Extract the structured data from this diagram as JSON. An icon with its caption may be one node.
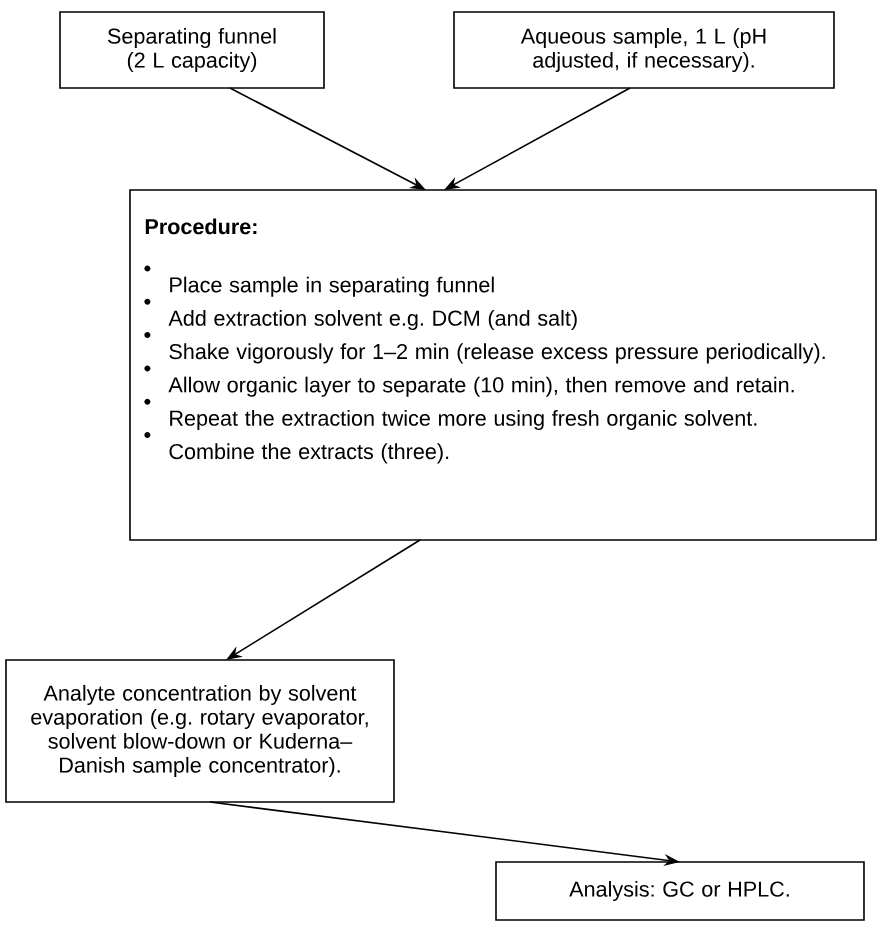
{
  "diagram": {
    "nodes": [
      {
        "text": [
          "Separating funnel (2 L capacity)"
        ]
      },
      {
        "text": [
          "Aqueous sample, 1 L (pH adjusted, if necessary)."
        ]
      },
      {
        "text": [
          "Procedure:",
          "Place sample in separating funnel",
          "Add extraction solvent e.g. DCM (and salt)",
          "Shake vigorously for 1–2 min (release excess pressure periodically).",
          "Allow organic layer to separate (10 min), then remove and retain.",
          "Repeat the extraction twice more using fresh organic solvent.",
          "Combine the extracts (three)."
        ]
      },
      {
        "text": [
          "Analyte concentration by solvent evaporation (e.g. rotary evaporator, solvent blow-down or Kuderna–Danish sample concentrator)."
        ]
      },
      {
        "text": [
          "Analysis: GC or HPLC."
        ]
      }
    ],
    "edges": [
      {
        "from": 0,
        "to": 2,
        "arrow": "to"
      },
      {
        "from": 1,
        "to": 2,
        "arrow": "to"
      },
      {
        "from": 2,
        "to": 3,
        "arrow": "to"
      },
      {
        "from": 3,
        "to": 4,
        "arrow": "to"
      }
    ]
  }
}
